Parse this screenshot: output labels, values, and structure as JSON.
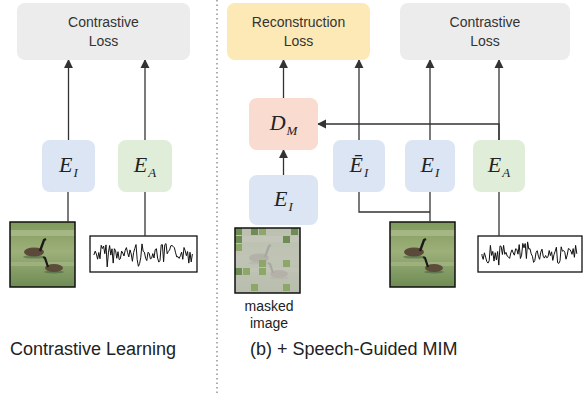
{
  "diagram": {
    "nodes": [
      {
        "text": [
          "Contrastive Loss"
        ]
      },
      {
        "text": [
          "Reconstruction Loss"
        ]
      },
      {
        "text": [
          "Contrastive Loss"
        ]
      },
      {
        "text": [
          "D",
          "M"
        ]
      },
      {
        "text": [
          "E",
          "I"
        ]
      },
      {
        "text": [
          "E",
          "A"
        ]
      },
      {
        "text": [
          "Ē",
          "I"
        ]
      },
      {
        "text": [
          "E",
          "I"
        ]
      },
      {
        "text": [
          "E",
          "A"
        ]
      },
      {
        "text": [
          "E",
          "I"
        ]
      }
    ],
    "edges": [
      {
        "from": 4,
        "to": 0,
        "arrow": "to"
      },
      {
        "from": 5,
        "to": 0,
        "arrow": "to"
      },
      {
        "from": 9,
        "to": 3,
        "arrow": "to"
      },
      {
        "from": 3,
        "to": 1,
        "arrow": "to"
      },
      {
        "from": 6,
        "to": 1,
        "arrow": "to"
      },
      {
        "from": 7,
        "to": 2,
        "arrow": "to"
      },
      {
        "from": 8,
        "to": 2,
        "arrow": "to"
      },
      {
        "from": 8,
        "to": 3,
        "arrow": "to"
      }
    ],
    "labels": [
      "masked image",
      "Contrastive Learning",
      "(b) + Speech-Guided MIM"
    ]
  }
}
